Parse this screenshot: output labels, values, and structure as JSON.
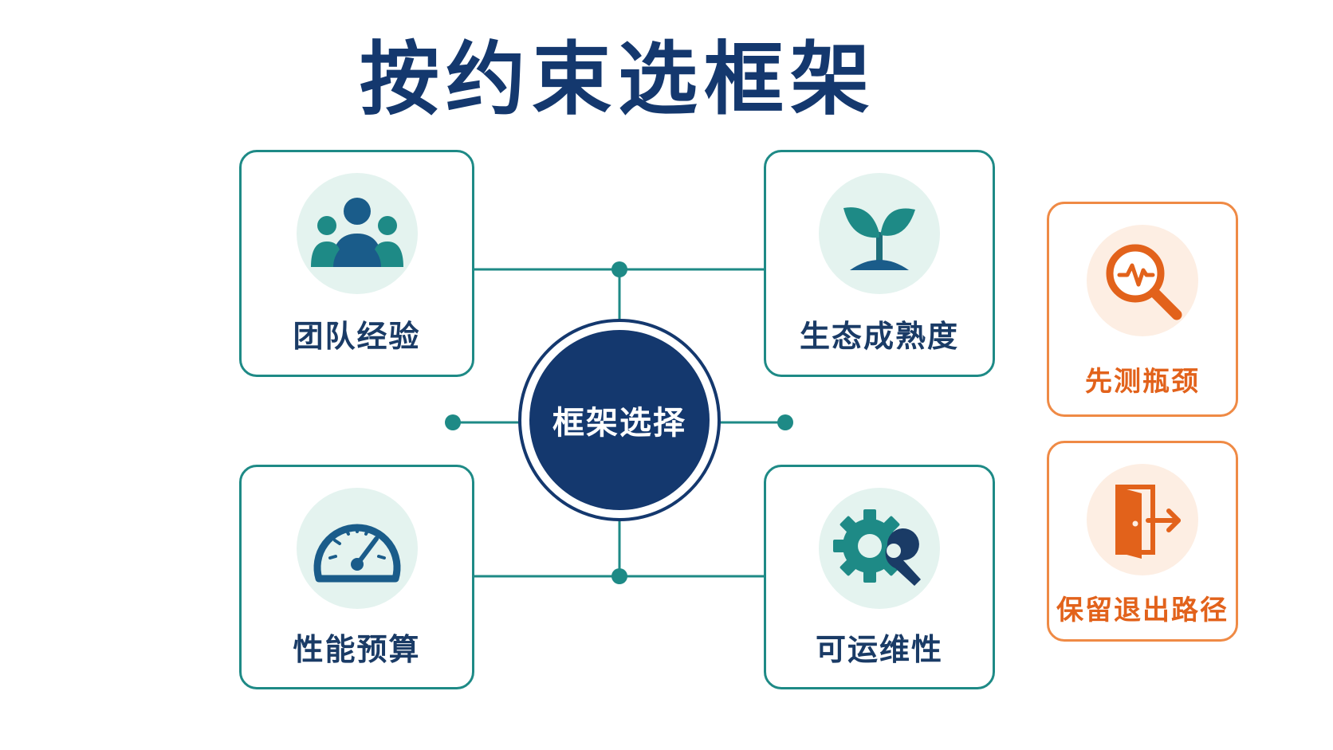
{
  "title": "按约束选框架",
  "hub": {
    "label": "框架选择"
  },
  "criteria": [
    {
      "label": "团队经验",
      "icon": "team-icon"
    },
    {
      "label": "生态成熟度",
      "icon": "sprout-icon"
    },
    {
      "label": "性能预算",
      "icon": "speedometer-icon"
    },
    {
      "label": "可运维性",
      "icon": "gear-wrench-icon"
    }
  ],
  "advice": [
    {
      "label": "先测瓶颈",
      "icon": "magnifier-pulse-icon"
    },
    {
      "label": "保留退出路径",
      "icon": "exit-door-icon"
    }
  ],
  "colors": {
    "navy": "#14386e",
    "teal": "#1e8a86",
    "mint": "#e4f3ef",
    "orange": "#e2621b",
    "peach": "#fdeee3"
  }
}
